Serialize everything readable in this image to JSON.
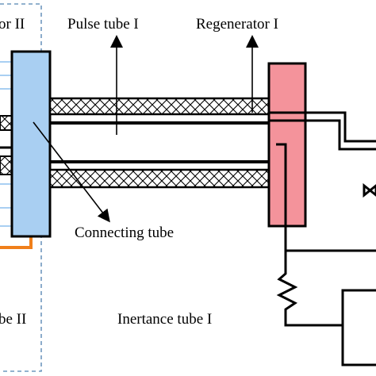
{
  "labels": {
    "top_left_partial": "or II",
    "pulse_tube": "Pulse tube I",
    "regenerator": "Regenerator I",
    "connecting_tube": "Connecting tube",
    "bottom_left_partial": "be II",
    "inertance_tube": "Inertance tube I"
  },
  "colors": {
    "blue_block": "#a9cff2",
    "pink_block": "#f4939b",
    "orange_line": "#f07f1a",
    "dashed_box": "#6f98be",
    "crosshatch": "#000000"
  }
}
